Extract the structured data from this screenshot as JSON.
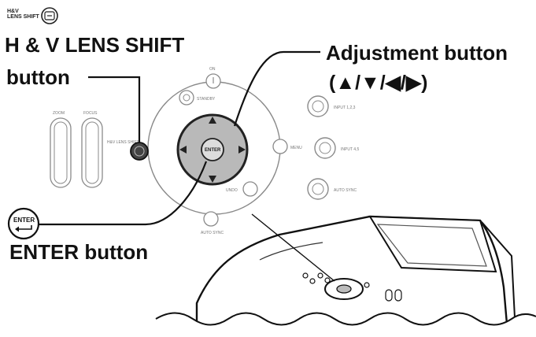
{
  "labels": {
    "hv_icon_caption_top": "H&V",
    "hv_icon_caption_bottom": "LENS SHIFT",
    "hv_button_line1": "H & V LENS SHIFT",
    "hv_button_line2": "button",
    "adjustment_line1": "Adjustment button",
    "adjustment_line2": "(▲/▼/◀/▶)",
    "enter_button": "ENTER button",
    "enter_icon_text": "ENTER"
  },
  "panel_labels": {
    "zoom": "ZOOM",
    "focus": "FOCUS",
    "lens_shift": "H&V LENS SHIFT",
    "on": "ON",
    "standby": "STANDBY",
    "menu": "MENU",
    "input_123": "INPUT 1,2,3",
    "input_45": "INPUT 4,5",
    "auto_sync_right": "AUTO SYNC",
    "undo": "UNDO",
    "auto_sync_bottom": "AUTO SYNC",
    "enter": "ENTER"
  },
  "colors": {
    "ink": "#111111",
    "panel_line": "#8a8a8a",
    "pad_fill": "#b9b9b9",
    "pad_dark": "#222222"
  }
}
